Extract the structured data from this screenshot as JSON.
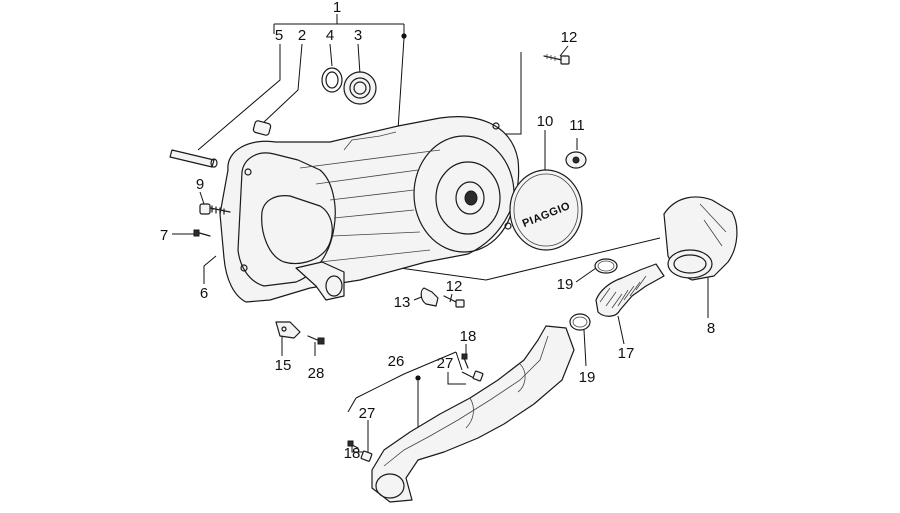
{
  "callouts": [
    "1",
    "2",
    "3",
    "4",
    "5",
    "6",
    "7",
    "8",
    "9",
    "10",
    "11",
    "12",
    "12",
    "13",
    "15",
    "17",
    "18",
    "18",
    "19",
    "19",
    "26",
    "27",
    "27",
    "28"
  ],
  "brand_logo_text": "PIAGGIO"
}
